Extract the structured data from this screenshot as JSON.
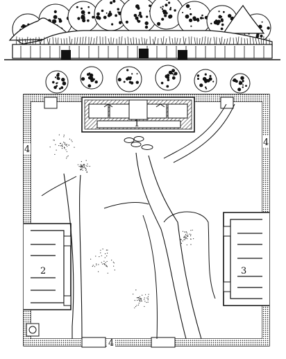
{
  "diagram": {
    "labels": {
      "main_building": "1",
      "west_wing": "2",
      "east_wing": "3",
      "wall_west": "4",
      "wall_east": "4",
      "wall_south": "4"
    },
    "colors": {
      "ink": "#111111",
      "paper": "#ffffff",
      "floor_hatch": "#333333"
    }
  }
}
